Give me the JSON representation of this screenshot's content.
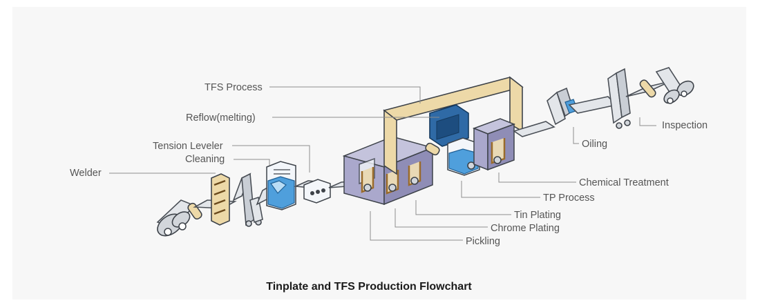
{
  "diagram": {
    "title": "Tinplate and TFS Production Flowchart",
    "labels": {
      "tfs_process": "TFS Process",
      "reflow": "Reflow(melting)",
      "tension_leveler": "Tension Leveler",
      "cleaning": "Cleaning",
      "welder": "Welder",
      "oiling": "Oiling",
      "inspection": "Inspection",
      "chemical_treatment": "Chemical Treatment",
      "tp_process": "TP Process",
      "tin_plating": "Tin Plating",
      "chrome_plating": "Chrome Plating",
      "pickling": "Pickling"
    },
    "colors": {
      "bypass": "#edd9a8",
      "tanks": "#aaa8cc",
      "water": "#4f9fdc",
      "reflow": "#2f6aa6"
    }
  }
}
